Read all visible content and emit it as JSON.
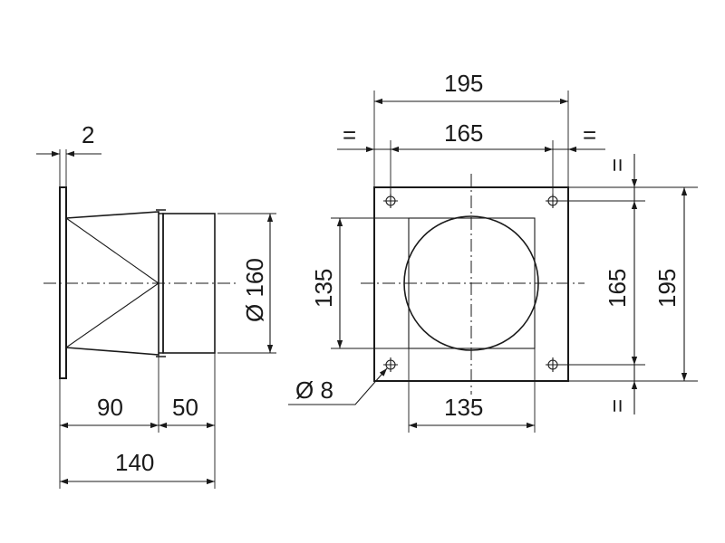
{
  "side_view": {
    "flange_thickness": "2",
    "diameter": "Ø 160",
    "length_taper": "90",
    "length_sleeve": "50",
    "total_length": "140"
  },
  "front_view": {
    "outer_width": "195",
    "hole_spacing_width": "165",
    "equal_mark_left": "=",
    "equal_mark_right": "=",
    "inner_height": "135",
    "hole_diameter": "Ø 8",
    "inner_width": "135",
    "hole_spacing_height": "165",
    "outer_height": "195",
    "equal_mark_top": "=",
    "equal_mark_bottom": "="
  }
}
